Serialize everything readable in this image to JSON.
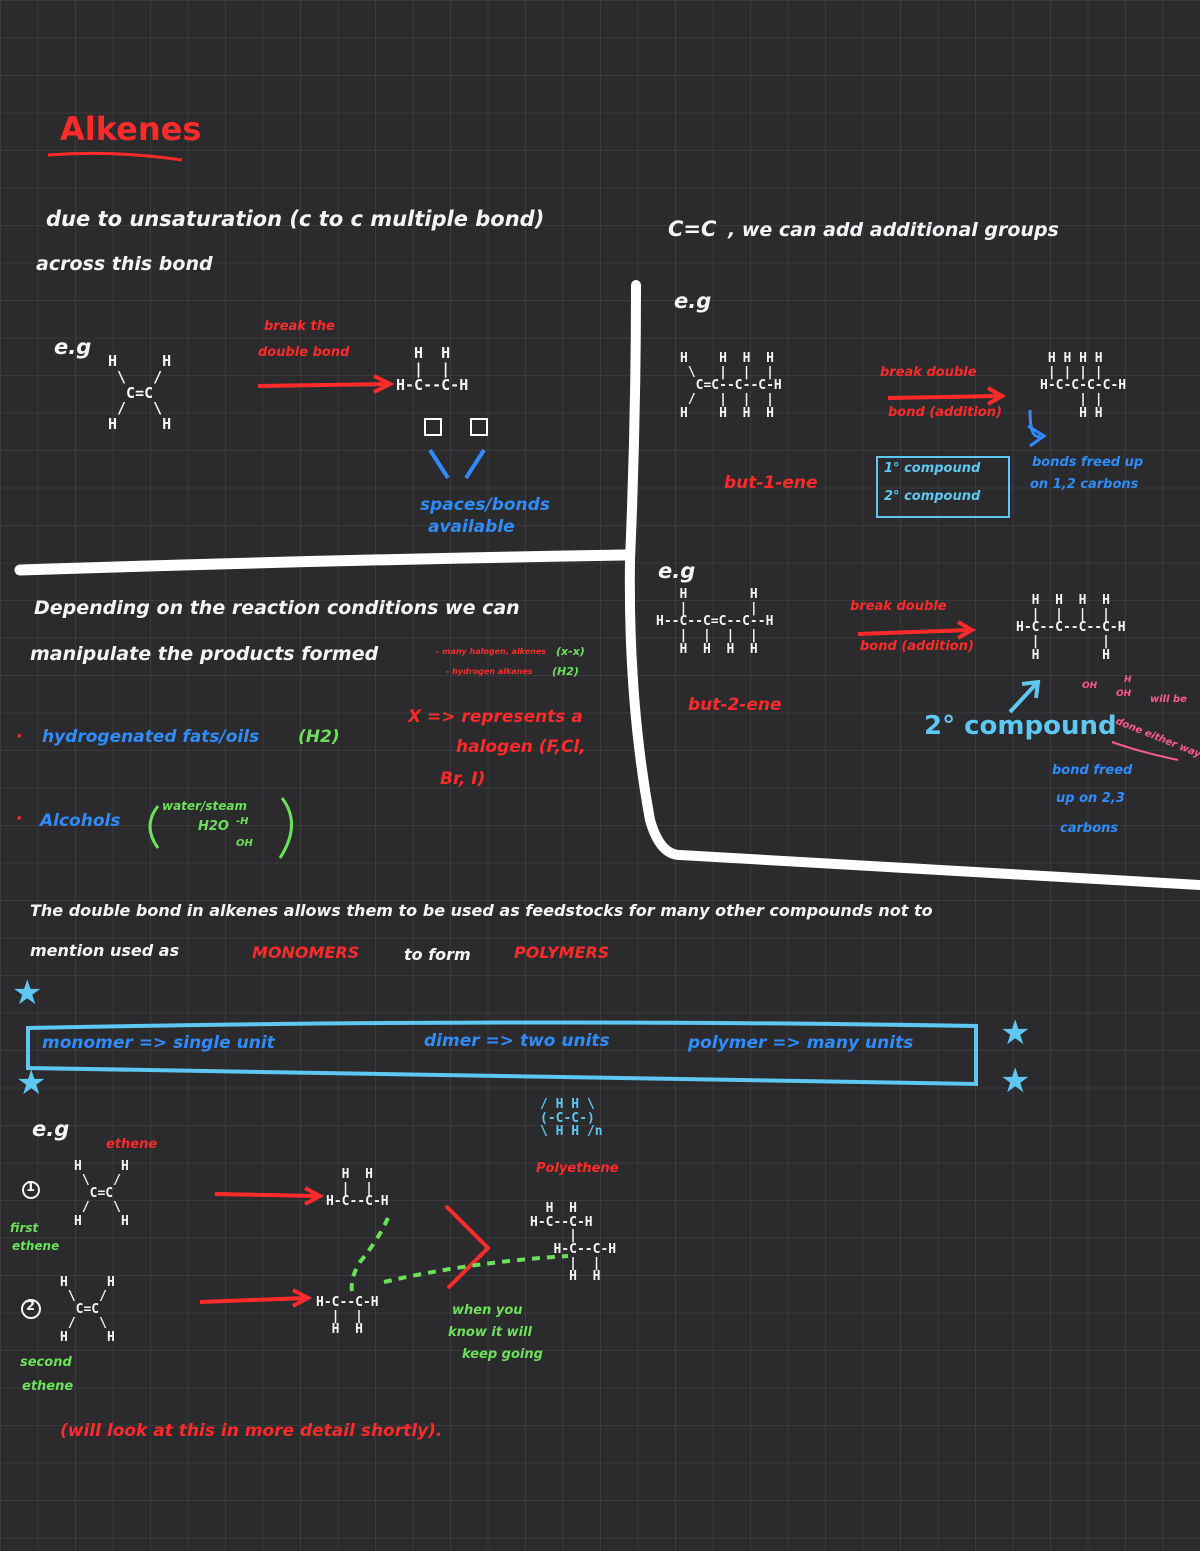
{
  "title": "Alkenes",
  "intro": {
    "line1": "due to unsaturation (c to c multiple bond)",
    "cc": "C=C",
    "line1b": ", we can add additional groups",
    "line2": "across this bond"
  },
  "ex1": {
    "eg": "e.g",
    "arrow_label_1": "break the",
    "arrow_label_2": "double bond",
    "reactant": "H     H\n \\   /\n  C=C\n /   \\\nH     H",
    "product": "  H  H\n  |  |\nH-C--C-H",
    "spaces_1": "spaces/bonds",
    "spaces_2": "available"
  },
  "ex2": {
    "eg": "e.g",
    "reactant": "H    H  H  H\n \\   |  |  |\n  C=C--C--C-H\n /   |  |  |\nH    H  H  H",
    "name": "but-1-ene",
    "arrow_label_1": "break double",
    "arrow_label_2": "bond (addition)",
    "product": " H H H H\n | | | |\nH-C-C-C-C-H\n     | |\n     H H",
    "compound_1": "1° compound",
    "compound_2": "2° compound",
    "note_1": "bonds freed up",
    "note_2": "on 1,2 carbons"
  },
  "ex3": {
    "eg": "e.g",
    "reactant": "   H        H\n   |        |\nH--C--C=C--C--H\n   |  |  |  |\n   H  H  H  H",
    "name": "but-2-ene",
    "arrow_label_1": "break double",
    "arrow_label_2": "bond (addition)",
    "product": "  H  H  H  H\n  |  |  |  |\nH-C--C--C--C-H\n  |        |\n  H        H",
    "secondary": "2° compound",
    "oh_1": "OH",
    "oh_2": "OH",
    "oh_h": "H",
    "will_be": "will be",
    "done_either_way": "done either way",
    "note_1": "bond freed",
    "note_2": "up on 2,3",
    "note_3": "carbons"
  },
  "conditions": {
    "line1": "Depending on the reaction conditions we can",
    "line2": "manipulate the products formed",
    "tiny_1": "- many halogen, alkenes",
    "tiny_2": "- hydrogen alkanes",
    "tiny_g1": "(x-x)",
    "tiny_g2": "(H2)",
    "bullet_1": "hydrogenated fats/oils",
    "bullet_1_g": "(H2)",
    "bullet_2": "Alcohols",
    "alc_1": "water/steam",
    "alc_2": "H2O",
    "alc_3": "-H",
    "alc_4": "OH",
    "x_1": "X => represents a",
    "x_2": "halogen (F,Cl,",
    "x_3": "Br, I)"
  },
  "feedstock": {
    "line1": "The double bond in alkenes allows them to be used as feedstocks for many other compounds not to",
    "line2a": "mention used as",
    "monomers": "MONOMERS",
    "to_form": "to form",
    "polymers": "POLYMERS"
  },
  "defs": {
    "monomer": "monomer => single unit",
    "dimer": "dimer => two units",
    "polymer": "polymer => many units"
  },
  "poly": {
    "eg": "e.g",
    "ethene": "ethene",
    "polyethene": "Polyethene",
    "repeat": "/ H H \\\n(-C-C-)\n\\ H H /n",
    "num_1": "1",
    "first_1": "first",
    "first_2": "ethene",
    "num_2": "2",
    "second_1": "second",
    "second_2": "ethene",
    "reactant": "H     H\n \\   /\n  C=C\n /   \\\nH     H",
    "int": "  H  H\n  |  |\nH-C--C-H",
    "int2": "H-C--C-H\n  |  |\n  H  H",
    "chain": "  H  H\nH-C--C-H\n     |\n   H-C--C-H\n     |  |\n     H  H",
    "green_1": "when you",
    "green_2": "know it will",
    "green_3": "keep going",
    "footer": "(will look at this in more detail shortly)."
  }
}
